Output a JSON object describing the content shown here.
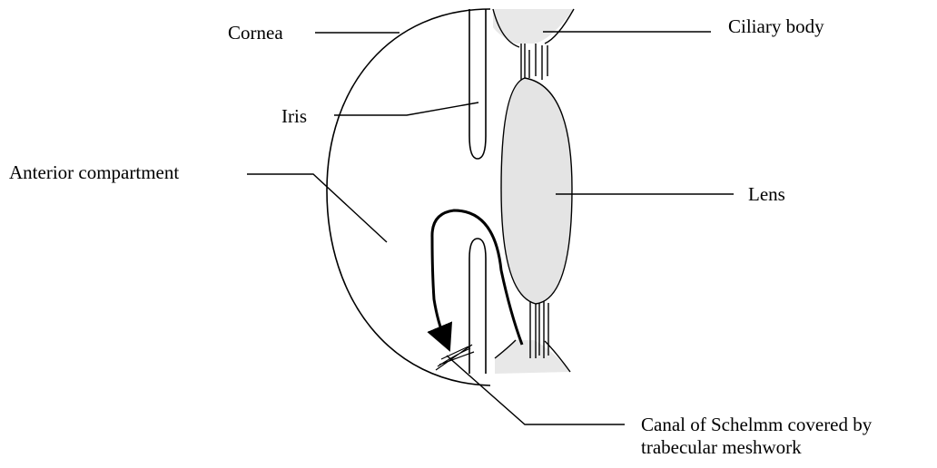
{
  "labels": {
    "cornea": "Cornea",
    "ciliary_body": "Ciliary body",
    "iris": "Iris",
    "anterior_compartment": "Anterior compartment",
    "lens": "Lens",
    "canal_line1": "Canal of Schelmm covered by",
    "canal_line2": "trabecular meshwork"
  },
  "colors": {
    "ink": "#000000",
    "lens_fill": "#e4e4e4",
    "ciliary_fill": "#e8e8e8"
  }
}
